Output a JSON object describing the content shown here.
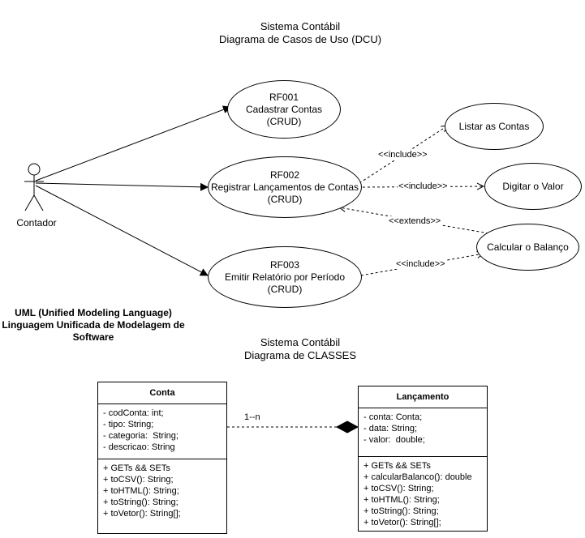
{
  "dcu": {
    "title_line1": "Sistema Contábil",
    "title_line2": "Diagrama de Casos de Uso (DCU)",
    "actor": "Contador",
    "uc1": {
      "code": "RF001",
      "name": "Cadastrar Contas",
      "tag": "(CRUD)"
    },
    "uc2": {
      "code": "RF002",
      "name": "Registrar Lançamentos de Contas",
      "tag": "(CRUD)"
    },
    "uc3": {
      "code": "RF003",
      "name": "Emitir Relatório por Período",
      "tag": "(CRUD)"
    },
    "uc_listar": "Listar as Contas",
    "uc_digitar": "Digitar o Valor",
    "uc_calcular": "Calcular o Balanço",
    "rel_include1": "<<include>>",
    "rel_include2": "<<include>>",
    "rel_extends": "<<extends>>",
    "rel_include3": "<<include>>"
  },
  "uml_note": {
    "line1": "UML (Unified Modeling Language)",
    "line2": "Linguagem Unificada de Modelagem de",
    "line3": "Software"
  },
  "classes_title": {
    "line1": "Sistema Contábil",
    "line2": "Diagrama de CLASSES"
  },
  "conta": {
    "name": "Conta",
    "attributes": [
      "- codConta: int;",
      "- tipo: String;",
      "- categoria:  String;",
      "- descricao: String"
    ],
    "methods": [
      "+ GETs && SETs",
      "+ toCSV(): String;",
      "+ toHTML(): String;",
      "+ toString(): String;",
      "+ toVetor(): String[];"
    ]
  },
  "lancamento": {
    "name": "Lançamento",
    "attributes": [
      "- conta: Conta;",
      "- data: String;",
      "- valor:  double;"
    ],
    "methods": [
      "+ GETs && SETs",
      "+ calcularBalanco(): double",
      "+ toCSV(): String;",
      "+ toHTML(): String;",
      "+ toString(): String;",
      "+ toVetor(): String[];"
    ]
  },
  "association": {
    "multiplicity": "1--n"
  }
}
